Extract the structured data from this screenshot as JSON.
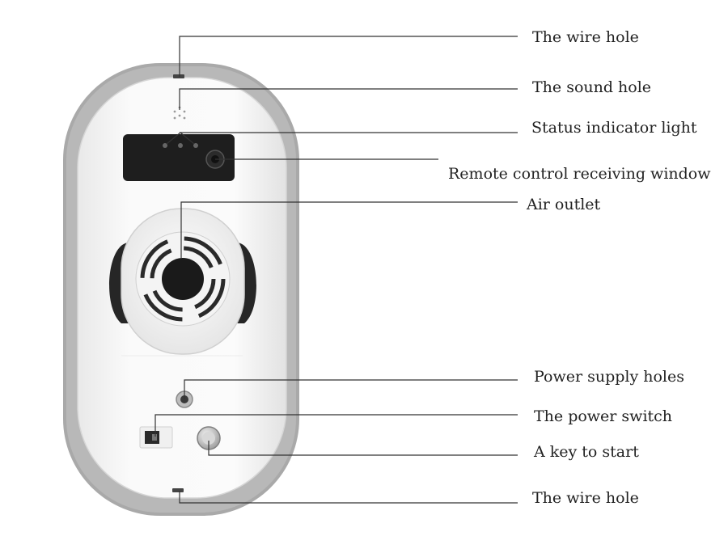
{
  "colors": {
    "body_white": "#f7f7f7",
    "body_edge": "#dcdcdc",
    "pad_grey": "#a8a8a8",
    "dark_panel": "#1f1f1f",
    "leader_line": "#333333",
    "label_text": "#222222"
  },
  "icons": {
    "sound": "speaker-holes-icon",
    "indicator": "led-icon",
    "receiver": "ir-receiver-icon",
    "fan": "air-outlet-icon",
    "power_port": "power-port-icon",
    "switch": "rocker-switch-icon",
    "start_key": "start-button-icon"
  },
  "callouts": [
    {
      "id": "wire-hole-top",
      "label": "The wire hole"
    },
    {
      "id": "sound-hole",
      "label": "The sound hole"
    },
    {
      "id": "status-indicator",
      "label": "Status indicator light"
    },
    {
      "id": "remote-window",
      "label": "Remote control receiving window"
    },
    {
      "id": "air-outlet",
      "label": "Air outlet"
    },
    {
      "id": "power-supply-holes",
      "label": "Power supply holes"
    },
    {
      "id": "power-switch",
      "label": "The power switch"
    },
    {
      "id": "start-key",
      "label": "A key to start"
    },
    {
      "id": "wire-hole-bottom",
      "label": "The wire hole"
    }
  ]
}
